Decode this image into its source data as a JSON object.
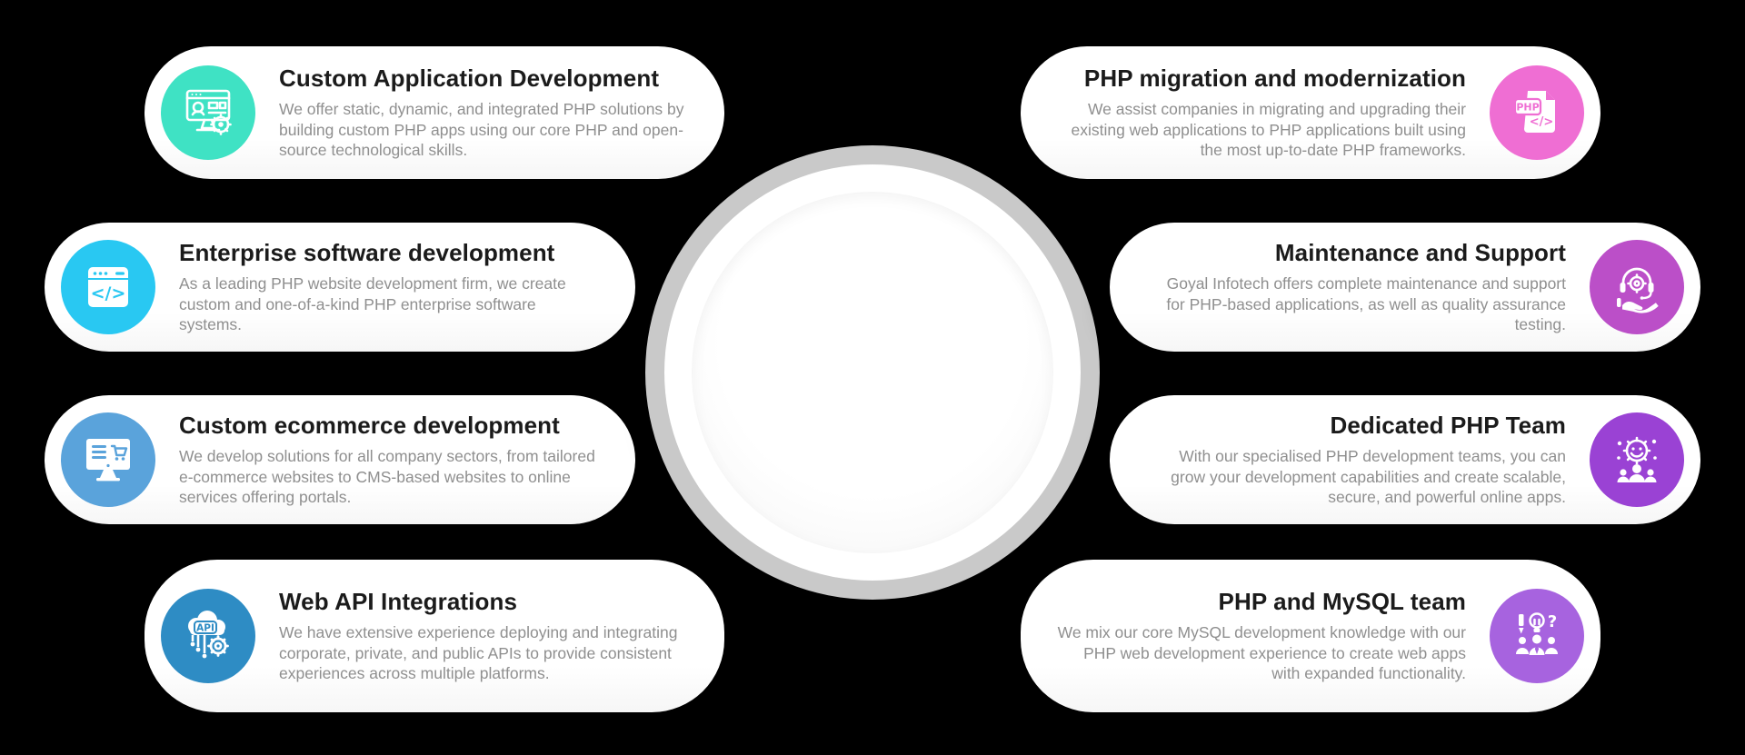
{
  "background_color": "#000000",
  "center_circle": {
    "ring_color": "#c9c9c9",
    "fill_color": "#ffffff"
  },
  "text_colors": {
    "title": "#1b1b1b",
    "description": "#8f8f8f"
  },
  "cards": [
    {
      "side": "left",
      "title": "Custom Application Development",
      "description": "We offer static, dynamic, and integrated PHP solutions by building custom PHP apps using our core PHP and open-source technological skills.",
      "icon": "app-development-icon",
      "icon_bg": "#3FE2C4"
    },
    {
      "side": "left",
      "title": "Enterprise software development",
      "description": "As a leading PHP website development firm, we create custom and one-of-a-kind PHP enterprise software systems.",
      "icon": "code-browser-icon",
      "icon_bg": "#29C8F2"
    },
    {
      "side": "left",
      "title": "Custom ecommerce development",
      "description": "We develop solutions for all company sectors, from tailored e-commerce websites to CMS-based websites to online services offering portals.",
      "icon": "ecommerce-monitor-icon",
      "icon_bg": "#5AA3DB"
    },
    {
      "side": "left",
      "title": "Web API Integrations",
      "description": "We have extensive experience deploying and integrating corporate, private, and public APIs to provide consistent experiences across multiple platforms.",
      "icon": "api-cloud-icon",
      "icon_bg": "#2E8CC4"
    },
    {
      "side": "right",
      "title": "PHP migration and modernization",
      "description": "We assist companies in migrating and upgrading their existing web applications to PHP applications built using the most up-to-date PHP frameworks.",
      "icon": "php-file-icon",
      "icon_bg": "#EF6ED3"
    },
    {
      "side": "right",
      "title": "Maintenance and Support",
      "description": "Goyal Infotech offers complete maintenance and support for PHP-based applications, as well as quality assurance testing.",
      "icon": "support-headset-icon",
      "icon_bg": "#BB4FC8"
    },
    {
      "side": "right",
      "title": "Dedicated PHP Team",
      "description": "With our specialised PHP development teams, you can grow your development capabilities and create scalable, secure, and powerful online apps.",
      "icon": "team-gear-icon",
      "icon_bg": "#9A42D4"
    },
    {
      "side": "right",
      "title": "PHP and MySQL team",
      "description": "We mix our core MySQL development knowledge with our PHP web development experience to create web apps with expanded functionality.",
      "icon": "team-idea-icon",
      "icon_bg": "#A763DF"
    }
  ]
}
